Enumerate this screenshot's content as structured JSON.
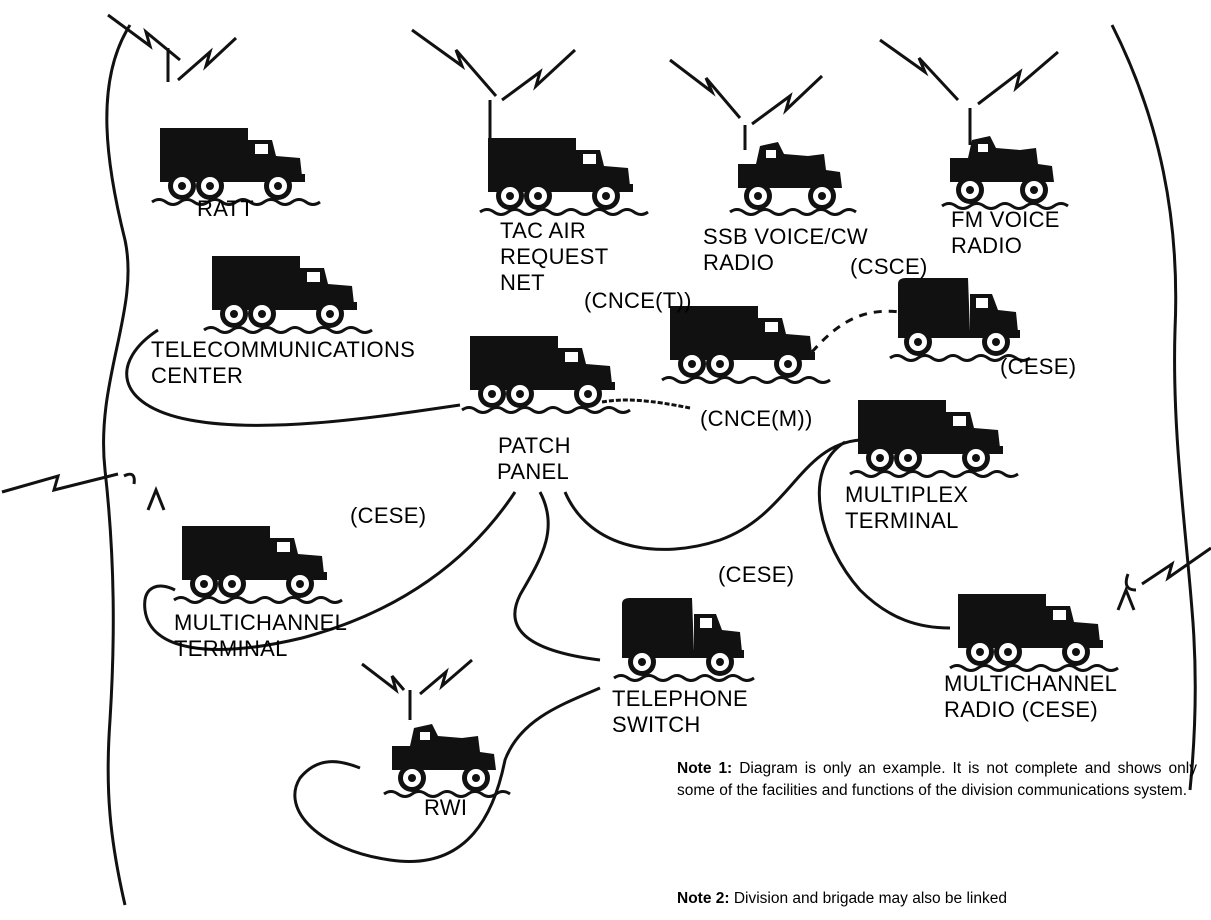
{
  "labels": {
    "ratt": "RATT",
    "tac_air_1": "TAC AIR",
    "tac_air_2": "REQUEST",
    "tac_air_3": "NET",
    "ssb_1": "SSB VOICE/CW",
    "ssb_2": "RADIO",
    "fm_1": "FM VOICE",
    "fm_2": "RADIO",
    "csce": "(CSCE)",
    "cnce_t": "(CNCE(T))",
    "telecom_1": "TELECOMMUNICATIONS",
    "telecom_2": "CENTER",
    "cese_top": "(CESE)",
    "cnce_m": "(CNCE(M))",
    "patch_1": "PATCH",
    "patch_2": "PANEL",
    "multiplex_1": "MULTIPLEX",
    "multiplex_2": "TERMINAL",
    "cese_left": "(CESE)",
    "multichannel_term_1": "MULTICHANNEL",
    "multichannel_term_2": "TERMINAL",
    "cese_mid": "(CESE)",
    "telephone_1": "TELEPHONE",
    "telephone_2": "SWITCH",
    "multichannel_radio_1": "MULTICHANNEL",
    "multichannel_radio_2": "RADIO (CESE)",
    "rwi": "RWI"
  },
  "notes": [
    {
      "label": "Note 1:",
      "text": " Diagram is only an example. It is not complete and shows only some of the facilities and functions of the division communications system."
    },
    {
      "label": "Note 2:",
      "text": " Division and brigade may also be linked"
    }
  ]
}
